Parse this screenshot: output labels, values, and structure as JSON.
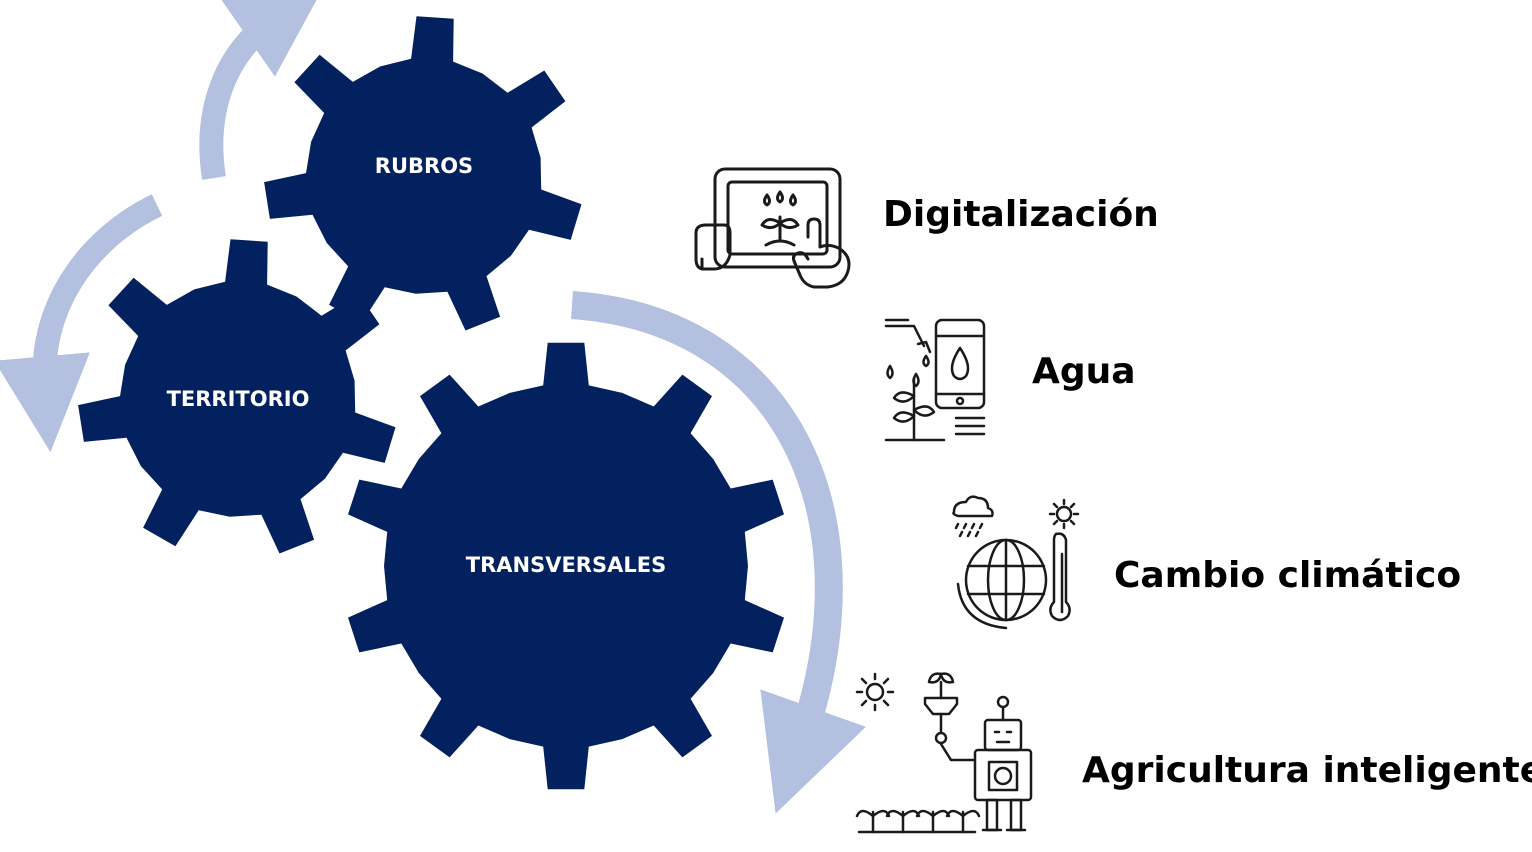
{
  "colors": {
    "gear": "#03215e",
    "arrow": "#b3c0df",
    "gear_text": "#ffffff",
    "topic_text": "#000000",
    "icon_stroke": "#1a1a1a"
  },
  "gears": {
    "rubros": "RUBROS",
    "territorio": "TERRITORIO",
    "transversales": "TRANSVERSALES"
  },
  "topics": {
    "digitalizacion": "Digitalización",
    "agua": "Agua",
    "cambio_climatico": "Cambio climático",
    "agricultura_inteligente": "Agricultura inteligente"
  },
  "icons": {
    "digitalizacion": "tablet-plant-icon",
    "agua": "phone-water-plant-icon",
    "cambio_climatico": "globe-climate-icon",
    "agricultura_inteligente": "farm-robot-icon"
  }
}
